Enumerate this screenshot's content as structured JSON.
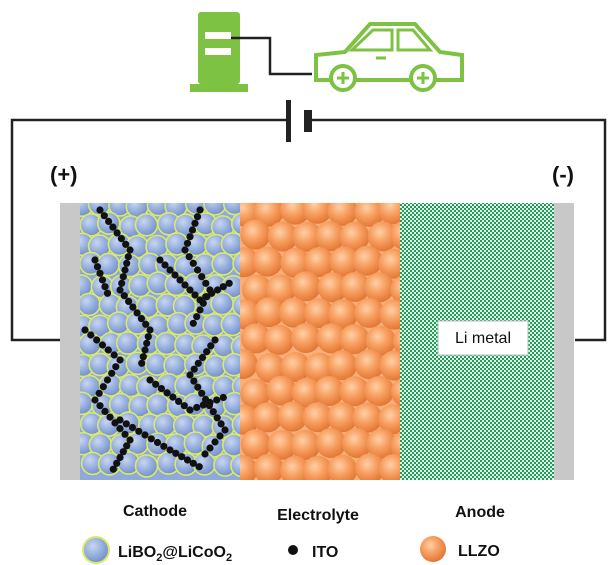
{
  "terminals": {
    "positive": "(+)",
    "negative": "(-)"
  },
  "anode_box_label": "Li metal",
  "sections": {
    "cathode": "Cathode",
    "electrolyte": "Electrolyte",
    "anode": "Anode"
  },
  "legend": {
    "coated_particle": {
      "main": "LiBO",
      "sub1": "2",
      "mid": "@LiCoO",
      "sub2": "2"
    },
    "conductive": "ITO",
    "electrolyte_particle": "LLZO"
  },
  "colors": {
    "charger_green": "#7dc242",
    "wire": "#222222",
    "current_collector": "#c8c8c8",
    "cathode_particle": "#8fa9da",
    "cathode_particle_rim": "#d9e96a",
    "ito_dot": "#111111",
    "llzo_particle": "#f0894a",
    "li_metal_green": "#1e9c5a"
  },
  "icons": [
    "charging-station-icon",
    "car-icon",
    "battery-symbol-icon"
  ]
}
